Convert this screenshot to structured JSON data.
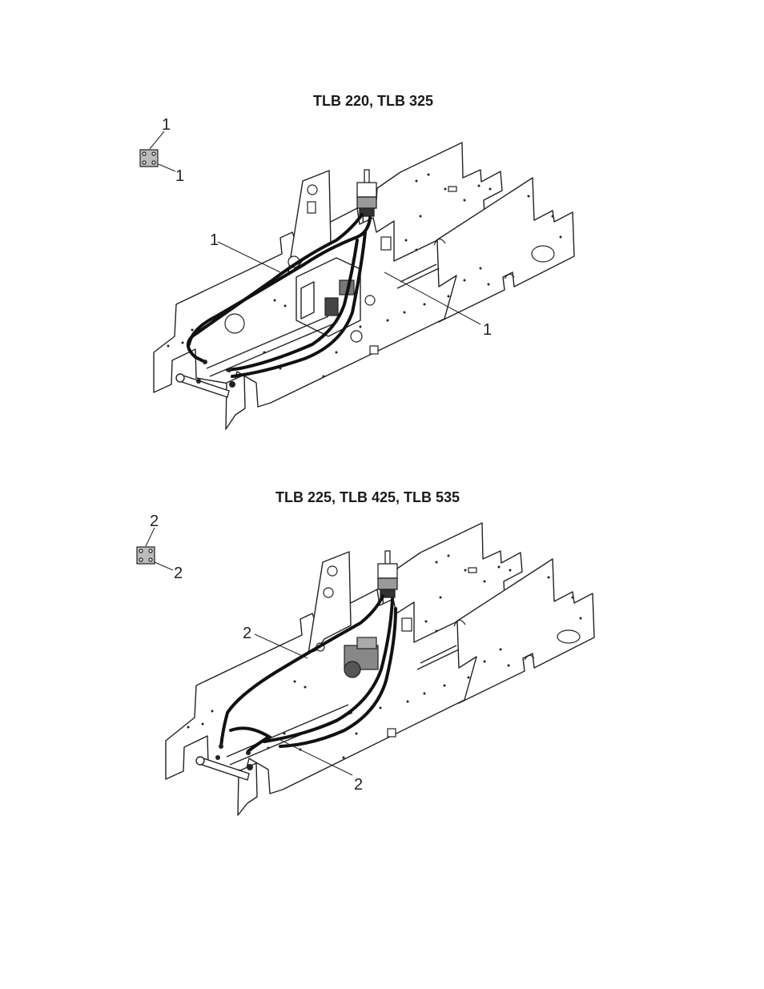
{
  "diagrams": [
    {
      "title": "TLB 220, TLB 325",
      "callouts": [
        "1",
        "1",
        "1",
        "1"
      ]
    },
    {
      "title": "TLB 225, TLB 425, TLB 535",
      "callouts": [
        "2",
        "2",
        "2",
        "2"
      ]
    }
  ],
  "colors": {
    "line": "#222222",
    "hose": "#111111",
    "panel_fill": "#ffffff",
    "detail_fill": "#9a9a9a"
  }
}
